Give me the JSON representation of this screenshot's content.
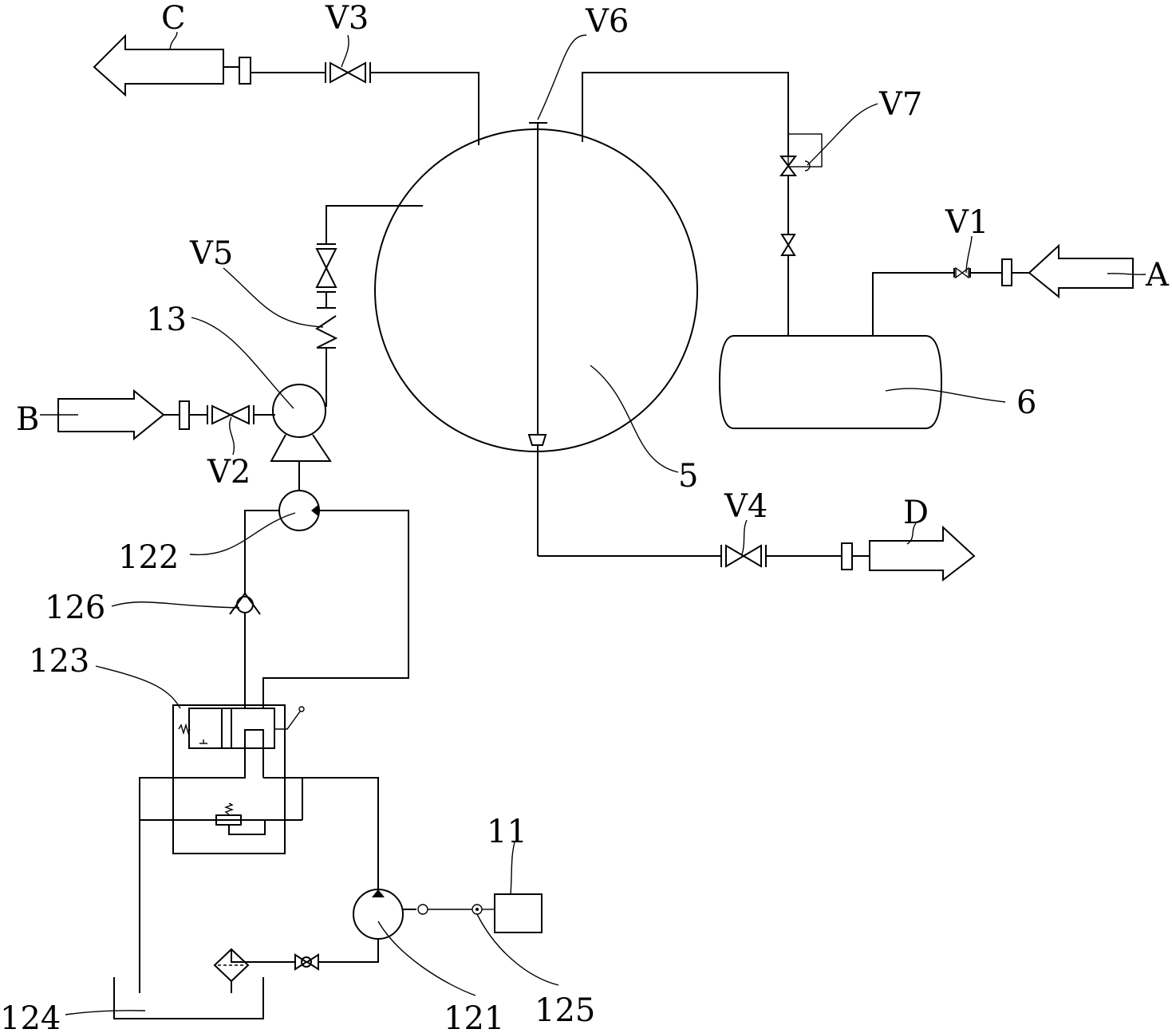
{
  "labels": {
    "C": "C",
    "V3": "V3",
    "V6": "V6",
    "V7": "V7",
    "V1": "V1",
    "A": "A",
    "V5": "V5",
    "n13": "13",
    "B": "B",
    "V2": "V2",
    "n6": "6",
    "n5": "5",
    "V4": "V4",
    "D": "D",
    "n122": "122",
    "n126": "126",
    "n123": "123",
    "n11": "11",
    "n124": "124",
    "n121": "121",
    "n125": "125"
  }
}
